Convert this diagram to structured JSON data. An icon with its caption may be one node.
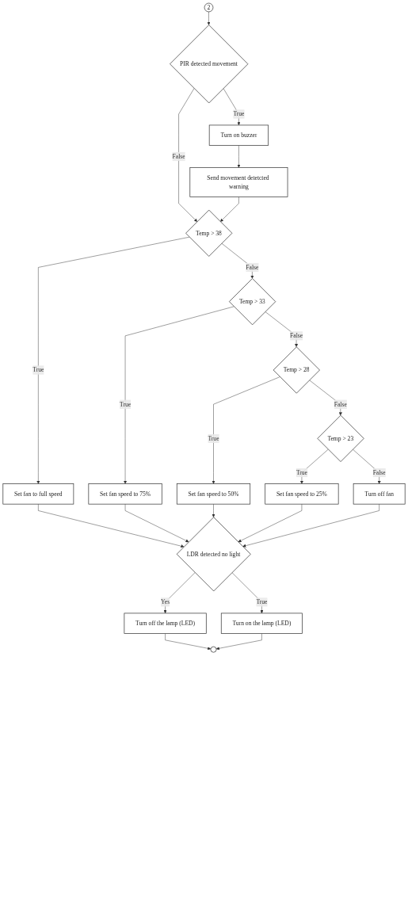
{
  "diagram": {
    "nodes": [
      {
        "text": [
          "2"
        ]
      },
      {
        "text": [
          "PIR detected movement"
        ]
      },
      {
        "text": [
          "Turn on buzzer"
        ]
      },
      {
        "text": [
          "Send movement detetcted warning"
        ]
      },
      {
        "text": [
          "Temp > 38"
        ]
      },
      {
        "text": [
          "Set fan to full speed"
        ]
      },
      {
        "text": [
          "Temp > 33"
        ]
      },
      {
        "text": [
          "Set fan speed to 75%"
        ]
      },
      {
        "text": [
          "Temp > 28"
        ]
      },
      {
        "text": [
          "Set fan speed to 50%"
        ]
      },
      {
        "text": [
          "Temp > 23"
        ]
      },
      {
        "text": [
          "Set fan speed to 25%"
        ]
      },
      {
        "text": [
          "Turn off fan"
        ]
      },
      {
        "text": [
          "LDR detected no light"
        ]
      },
      {
        "text": [
          "Turn on the lamp (LED)"
        ]
      },
      {
        "text": [
          "Turn off the lamp (LED)"
        ]
      },
      {
        "text": [],
        "shape": "circle"
      }
    ],
    "edges": [
      {
        "from": 0,
        "to": 1,
        "arrow": "to"
      },
      {
        "from": 1,
        "to": 2,
        "label": "True",
        "arrow": "to"
      },
      {
        "from": 2,
        "to": 3,
        "arrow": "to"
      },
      {
        "from": 1,
        "to": 4,
        "label": "False",
        "arrow": "to"
      },
      {
        "from": 3,
        "to": 4,
        "arrow": "to"
      },
      {
        "from": 4,
        "to": 5,
        "label": "True",
        "arrow": "to"
      },
      {
        "from": 4,
        "to": 6,
        "label": "False",
        "arrow": "to"
      },
      {
        "from": 6,
        "to": 7,
        "label": "True",
        "arrow": "to"
      },
      {
        "from": 6,
        "to": 8,
        "label": "False",
        "arrow": "to"
      },
      {
        "from": 8,
        "to": 9,
        "label": "True",
        "arrow": "to"
      },
      {
        "from": 8,
        "to": 10,
        "label": "False",
        "arrow": "to"
      },
      {
        "from": 10,
        "to": 11,
        "label": "True",
        "arrow": "to"
      },
      {
        "from": 10,
        "to": 12,
        "label": "False",
        "arrow": "to"
      },
      {
        "from": 5,
        "to": 13,
        "arrow": "to"
      },
      {
        "from": 7,
        "to": 13,
        "arrow": "to"
      },
      {
        "from": 9,
        "to": 13,
        "arrow": "to"
      },
      {
        "from": 11,
        "to": 13,
        "arrow": "to"
      },
      {
        "from": 12,
        "to": 13,
        "arrow": "to"
      },
      {
        "from": 13,
        "to": 14,
        "label": "True",
        "arrow": "to"
      },
      {
        "from": 13,
        "to": 15,
        "label": "Yes",
        "arrow": "to"
      },
      {
        "from": 15,
        "to": 16,
        "arrow": "to"
      },
      {
        "from": 14,
        "to": 16,
        "arrow": "to"
      }
    ]
  }
}
